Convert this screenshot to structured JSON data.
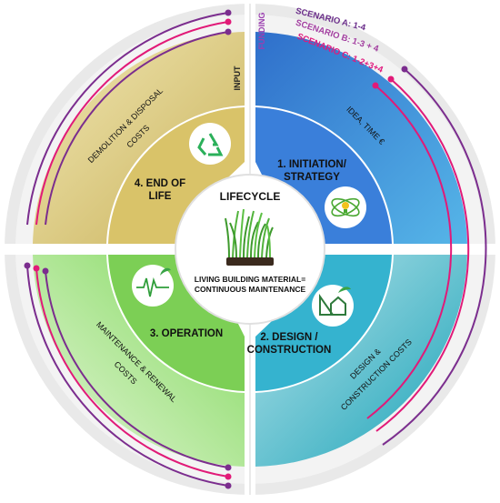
{
  "labels": {
    "input": "INPUT",
    "funding": "FUNDING",
    "scenario_a": "SCENARIO A: 1-4",
    "scenario_b": "SCENARIO B: 1-3 + 4",
    "scenario_c": "SCENARIO C: 1-2+3+4"
  },
  "phases": [
    {
      "id": "initiation",
      "line1": "1. INITIATION/",
      "line2": "STRATEGY",
      "cost_label": "IDEA, TIME €"
    },
    {
      "id": "design",
      "line1": "2. DESIGN /",
      "line2": "CONSTRUCTION",
      "cost_label_line1": "DESIGN &",
      "cost_label_line2": "CONSTRUCTION COSTS"
    },
    {
      "id": "operation",
      "line1": "3. OPERATION",
      "cost_label_line1": "MAINTENANCE & RENEWAL",
      "cost_label_line2": "COSTS"
    },
    {
      "id": "end_of_life",
      "line1": "4. END OF",
      "line2": "LIFE",
      "cost_label_line1": "DEMOLITION & DISPOSAL",
      "cost_label_line2": "COSTS"
    }
  ],
  "center": {
    "title": "LIFECYCLE",
    "caption_line1": "LIVING BUILDING MATERIAL=",
    "caption_line2": "CONTINUOUS MAINTENANCE"
  },
  "icons": [
    "recycle-icon",
    "atom-lightbulb-icon",
    "ruler-house-leaf-icon",
    "heartbeat-leaf-icon",
    "grass-tray-icon"
  ],
  "colors": {
    "initiation": "#2f7fd6",
    "design": "#3fb2c9",
    "operation": "#8bd46a",
    "end_of_life": "#d6c56a",
    "scenario_a": "#6a2d8a",
    "scenario_b": "#a33fa0",
    "scenario_c": "#e0197d",
    "purple_line": "#7b2d8e",
    "pink_line": "#e11a78"
  }
}
